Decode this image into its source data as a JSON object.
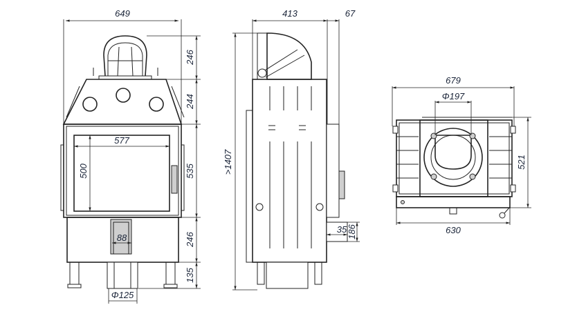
{
  "title": "Fireplace insert technical drawing",
  "colors": {
    "line": "#222222",
    "dimension_text": "#1a2438",
    "background": "#ffffff"
  },
  "front_view": {
    "width": "649",
    "hood_height": "246",
    "top_section_height": "244",
    "door_height": "535",
    "lower_section_height": "246",
    "leg_height": "135",
    "glass_width": "577",
    "glass_height": "500",
    "air_duct_width": "88",
    "air_inlet_diameter": "Φ125"
  },
  "side_view": {
    "depth": "413",
    "panel_depth": "67",
    "total_height": ">1407",
    "inlet_offset": "35",
    "inlet_height": "186"
  },
  "top_view": {
    "width": "679",
    "flue_diameter": "Φ197",
    "depth": "521",
    "base_width": "630"
  }
}
